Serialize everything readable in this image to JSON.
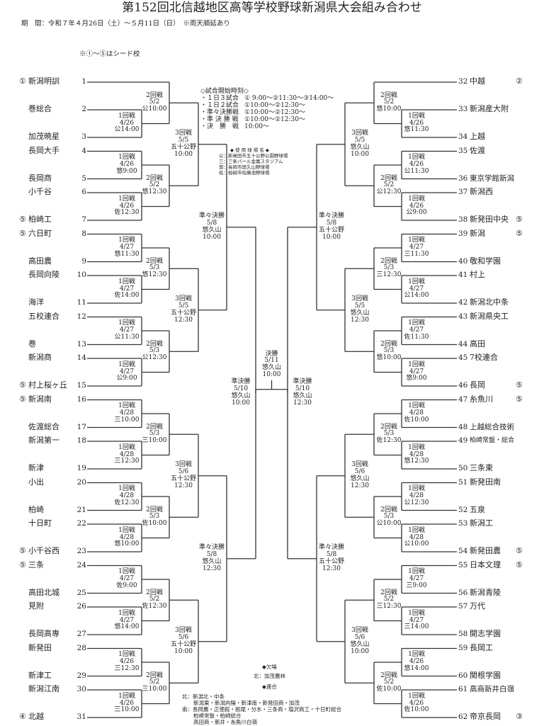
{
  "header": {
    "title": "第152回北信越地区高等学校野球新潟県大会組み合わせ",
    "period": "期　間：令和７年４月26日（土）～５月11日（日）　※雨天順延あり",
    "seed_note": "※①～⑤はシード校"
  },
  "start_times": {
    "heading": "◇試合開始時刻◇",
    "rows": [
      {
        "label": "・１日３試合",
        "time": "① 9:00～②11:30～③14:00～"
      },
      {
        "label": "・１日２試合",
        "time": "①10:00～②12:30～"
      },
      {
        "label": "・準々決勝戦",
        "time": "①10:00～②12:30～"
      },
      {
        "label": "・準 決 勝 戦",
        "time": "①10:00～②12:30～"
      },
      {
        "label": "・決　勝　戦",
        "time": "10:00～"
      }
    ]
  },
  "venues": {
    "heading": "◆ 使 用 球 場 名 ◆",
    "rows": [
      "公：新発田市五十公野公園野球場",
      "三：三条パール金属スタジアム",
      "悠：長岡市悠久山野球場",
      "佐：柏崎市佐藤池野球場"
    ]
  },
  "absent": {
    "heading": "◆欠場",
    "text": "北：加茂農林"
  },
  "combined": {
    "heading": "◆連合",
    "rows": [
      "北：新潟北・中条",
      "新潟東・新潟向陽・新津南・新発田商・加茂",
      "南：長岡農・正徳館・栃尾・分水・三条商・塩沢商工・十日町総合",
      "柏崎常盤・柏崎総合",
      "高田商・新井・糸魚川白嶺"
    ]
  },
  "left": {
    "blocks": [
      {
        "teams": [
          {
            "num": "1",
            "name": "新潟明訓",
            "seed": "①"
          },
          {
            "num": "2",
            "name": "巻総合"
          },
          {
            "num": "3",
            "name": "加茂暁星"
          },
          {
            "num": "4",
            "name": "長岡大手"
          },
          {
            "num": "5",
            "name": "長岡商"
          },
          {
            "num": "6",
            "name": "小千谷"
          },
          {
            "num": "7",
            "name": "柏崎工",
            "seed": "⑤"
          }
        ],
        "r1": [
          [
            "1回戦",
            "4/26",
            "公14:00"
          ],
          [
            "1回戦",
            "4/26",
            "悠9:00"
          ],
          [
            "1回戦",
            "4/26",
            "佐12:30"
          ]
        ],
        "r2": [
          [
            "2回戦",
            "5/2",
            "公10:00"
          ],
          [
            "2回戦",
            "5/2",
            "悠12:30"
          ]
        ],
        "r3": [
          "3回戦",
          "5/5",
          "五十公野",
          "10:00"
        ]
      },
      {
        "teams": [
          {
            "num": "8",
            "name": "六日町",
            "seed": "⑤"
          },
          {
            "num": "9",
            "name": "高田農"
          },
          {
            "num": "10",
            "name": "長岡向陵"
          },
          {
            "num": "11",
            "name": "海洋"
          },
          {
            "num": "12",
            "name": "五校連合"
          },
          {
            "num": "13",
            "name": "巻"
          },
          {
            "num": "14",
            "name": "新潟商"
          },
          {
            "num": "15",
            "name": "村上桜ヶ丘",
            "seed": "⑤"
          }
        ],
        "r1": [
          [
            "1回戦",
            "4/27",
            "悠11:30"
          ],
          [
            "1回戦",
            "4/27",
            "佐14:00"
          ],
          [
            "1回戦",
            "4/27",
            "公11:30"
          ],
          [
            "1回戦",
            "4/27",
            "公9:00"
          ]
        ],
        "r2": [
          [
            "2回戦",
            "5/3",
            "悠12:30"
          ],
          [
            "2回戦",
            "5/3",
            "公12:30"
          ]
        ],
        "r3": [
          "3回戦",
          "5/5",
          "五十公野",
          "12:30"
        ]
      },
      {
        "teams": [
          {
            "num": "16",
            "name": "新潟南",
            "seed": "⑤"
          },
          {
            "num": "17",
            "name": "佐渡総合"
          },
          {
            "num": "18",
            "name": "新潟第一"
          },
          {
            "num": "19",
            "name": "新津"
          },
          {
            "num": "20",
            "name": "小出"
          },
          {
            "num": "21",
            "name": "柏崎"
          },
          {
            "num": "22",
            "name": "十日町"
          },
          {
            "num": "23",
            "name": "小千谷西",
            "seed": "⑤"
          }
        ],
        "r1": [
          [
            "1回戦",
            "4/28",
            "三10:00"
          ],
          [
            "1回戦",
            "4/28",
            "三12:30"
          ],
          [
            "1回戦",
            "4/28",
            "佐12:30"
          ],
          [
            "1回戦",
            "4/28",
            "悠10:00"
          ]
        ],
        "r2": [
          [
            "2回戦",
            "5/3",
            "三10:00"
          ],
          [
            "2回戦",
            "5/3",
            "佐10:00"
          ]
        ],
        "r3": [
          "3回戦",
          "5/6",
          "五十公野",
          "12:30"
        ]
      },
      {
        "teams": [
          {
            "num": "24",
            "name": "三条",
            "seed": "⑤"
          },
          {
            "num": "25",
            "name": "高田北城"
          },
          {
            "num": "26",
            "name": "見附"
          },
          {
            "num": "27",
            "name": "長岡高専"
          },
          {
            "num": "28",
            "name": "新発田"
          },
          {
            "num": "29",
            "name": "新津工"
          },
          {
            "num": "30",
            "name": "新潟江南"
          },
          {
            "num": "31",
            "name": "北越",
            "seed": "④"
          }
        ],
        "r1": [
          [
            "1回戦",
            "4/27",
            "佐9:00"
          ],
          [
            "1回戦",
            "4/27",
            "悠14:00"
          ],
          [
            "1回戦",
            "4/26",
            "三12:30"
          ],
          [
            "1回戦",
            "4/26",
            "三10:00"
          ]
        ],
        "r2": [
          [
            "2回戦",
            "5/2",
            "佐12:30"
          ],
          [
            "2回戦",
            "5/2",
            "三10:00"
          ]
        ],
        "r3": [
          "3回戦",
          "5/6",
          "五十公野",
          "10:00"
        ]
      }
    ],
    "qf": [
      [
        "準々決勝",
        "5/8",
        "悠久山",
        "10:00"
      ],
      [
        "準々決勝",
        "5/8",
        "悠久山",
        "12:30"
      ]
    ],
    "sf": [
      "準決勝",
      "5/10",
      "悠久山",
      "10:00"
    ]
  },
  "right": {
    "blocks": [
      {
        "teams": [
          {
            "num": "32",
            "name": "中越",
            "seed": "②"
          },
          {
            "num": "33",
            "name": "新潟産大附"
          },
          {
            "num": "34",
            "name": "上越"
          },
          {
            "num": "35",
            "name": "佐渡"
          },
          {
            "num": "36",
            "name": "東京学館新潟"
          },
          {
            "num": "37",
            "name": "新潟西"
          },
          {
            "num": "38",
            "name": "新発田中央",
            "seed": "⑤"
          }
        ],
        "r1": [
          [
            "1回戦",
            "4/26",
            "悠11:30"
          ],
          [
            "1回戦",
            "4/26",
            "公11:30"
          ],
          [
            "1回戦",
            "4/26",
            "公9:00"
          ]
        ],
        "r2": [
          [
            "2回戦",
            "5/2",
            "悠10:00"
          ],
          [
            "2回戦",
            "5/2",
            "公12:30"
          ]
        ],
        "r3": [
          "3回戦",
          "5/5",
          "悠久山",
          "10:00"
        ]
      },
      {
        "teams": [
          {
            "num": "39",
            "name": "新潟",
            "seed": "⑤"
          },
          {
            "num": "40",
            "name": "敬和学園"
          },
          {
            "num": "41",
            "name": "村上"
          },
          {
            "num": "42",
            "name": "新潟北中条"
          },
          {
            "num": "43",
            "name": "新潟県央工"
          },
          {
            "num": "44",
            "name": "高田"
          },
          {
            "num": "45",
            "name": "7校連合"
          },
          {
            "num": "46",
            "name": "長岡",
            "seed": "⑤"
          }
        ],
        "r1": [
          [
            "1回戦",
            "4/27",
            "三11:30"
          ],
          [
            "1回戦",
            "4/27",
            "公14:00"
          ],
          [
            "1回戦",
            "4/27",
            "佐11:30"
          ],
          [
            "1回戦",
            "4/27",
            "悠9:00"
          ]
        ],
        "r2": [
          [
            "2回戦",
            "5/3",
            "三12:30"
          ],
          [
            "2回戦",
            "5/3",
            "悠10:00"
          ]
        ],
        "r3": [
          "3回戦",
          "5/5",
          "悠久山",
          "12:30"
        ]
      },
      {
        "teams": [
          {
            "num": "47",
            "name": "糸魚川",
            "seed": "⑤"
          },
          {
            "num": "48",
            "name": "上越総合技術"
          },
          {
            "num": "49",
            "name": "柏崎常盤・総合"
          },
          {
            "num": "50",
            "name": "三条東"
          },
          {
            "num": "51",
            "name": "新発田南"
          },
          {
            "num": "52",
            "name": "五泉"
          },
          {
            "num": "53",
            "name": "新潟工"
          },
          {
            "num": "54",
            "name": "新発田農",
            "seed": "⑤"
          }
        ],
        "r1": [
          [
            "1回戦",
            "4/28",
            "佐10:00"
          ],
          [
            "1回戦",
            "4/28",
            "悠12:30"
          ],
          [
            "1回戦",
            "4/28",
            "公12:30"
          ],
          [
            "1回戦",
            "4/28",
            "公10:00"
          ]
        ],
        "r2": [
          [
            "2回戦",
            "5/3",
            "佐12:30"
          ],
          [
            "2回戦",
            "5/3",
            "公10:00"
          ]
        ],
        "r3": [
          "3回戦",
          "5/6",
          "悠久山",
          "12:30"
        ]
      },
      {
        "teams": [
          {
            "num": "55",
            "name": "日本文理",
            "seed": "⑤"
          },
          {
            "num": "56",
            "name": "新潟青陵"
          },
          {
            "num": "57",
            "name": "万代"
          },
          {
            "num": "58",
            "name": "開志学園"
          },
          {
            "num": "59",
            "name": "長岡工"
          },
          {
            "num": "60",
            "name": "関根学園"
          },
          {
            "num": "61",
            "name": "高商新井白嶺"
          },
          {
            "num": "62",
            "name": "帝京長岡",
            "seed": "③"
          }
        ],
        "r1": [
          [
            "1回戦",
            "4/27",
            "三9:00"
          ],
          [
            "1回戦",
            "4/27",
            "三14:00"
          ],
          [
            "1回戦",
            "4/26",
            "悠14:00"
          ],
          [
            "1回戦",
            "4/26",
            "佐10:00"
          ]
        ],
        "r2": [
          [
            "2回戦",
            "5/2",
            "三12:30"
          ],
          [
            "2回戦",
            "5/2",
            "佐10:00"
          ]
        ],
        "r3": [
          "3回戦",
          "5/6",
          "悠久山",
          "10:00"
        ]
      }
    ],
    "qf": [
      [
        "準々決勝",
        "5/8",
        "五十公野",
        "10:00"
      ],
      [
        "準々決勝",
        "5/8",
        "五十公野",
        "12:30"
      ]
    ],
    "sf": [
      "準決勝",
      "5/10",
      "悠久山",
      "12:30"
    ]
  },
  "final": [
    "決勝",
    "5/11",
    "悠久山",
    "10:00"
  ],
  "colors": {
    "line": "#333333",
    "text": "#222222"
  }
}
